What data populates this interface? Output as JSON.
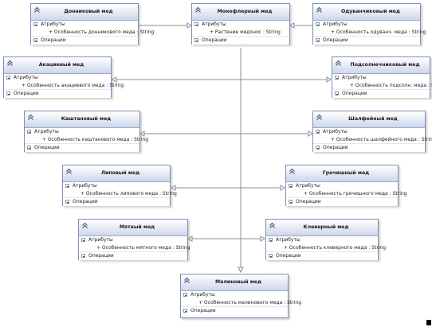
{
  "labels": {
    "attributes": "Атрибуты",
    "operations": "Операции"
  },
  "classes": {
    "monofloral": {
      "title": "Монофлерный мед",
      "attribute": "+ Растение медонос : String"
    },
    "donnikovy": {
      "title": "Донниковый мед",
      "attribute": "+ Особенность донникового меда : String"
    },
    "oduvanchikovy": {
      "title": "Одуванчиковый мед",
      "attribute": "+ Особенность одуванч. меда : String"
    },
    "akatsievy": {
      "title": "Акациевый мед",
      "attribute": "+ Особенность акациевого меда : String"
    },
    "podsolnechnikovy": {
      "title": "Подсолнечниковый мед",
      "attribute": "+ Особенность подсолн. меда : String"
    },
    "kashtanovy": {
      "title": "Каштановый мед",
      "attribute": "+ Особенность каштанового меда : String"
    },
    "shalfeyny": {
      "title": "Шалфейный мед",
      "attribute": "+ Особенность шалфейного меда : String"
    },
    "lipovy": {
      "title": "Липовый мед",
      "attribute": "+ Особенность липового меда : String"
    },
    "grechishny": {
      "title": "Гречишный мед",
      "attribute": "+ Особенность гречишного меда : String"
    },
    "myatny": {
      "title": "Мятный мед",
      "attribute": "+ Особенность мятного меда : String"
    },
    "kleverny": {
      "title": "Клеверный мед",
      "attribute": "+ Особенность клеверного меда : String"
    },
    "malinovy": {
      "title": "Малиновый мед",
      "attribute": "+ Особенность малинового меда : String"
    }
  },
  "colors": {
    "header_gradient_top": "#ffffff",
    "header_gradient_bottom": "#cdd7eb",
    "border": "#7d8fb3",
    "connector": "#8c8c8c"
  }
}
